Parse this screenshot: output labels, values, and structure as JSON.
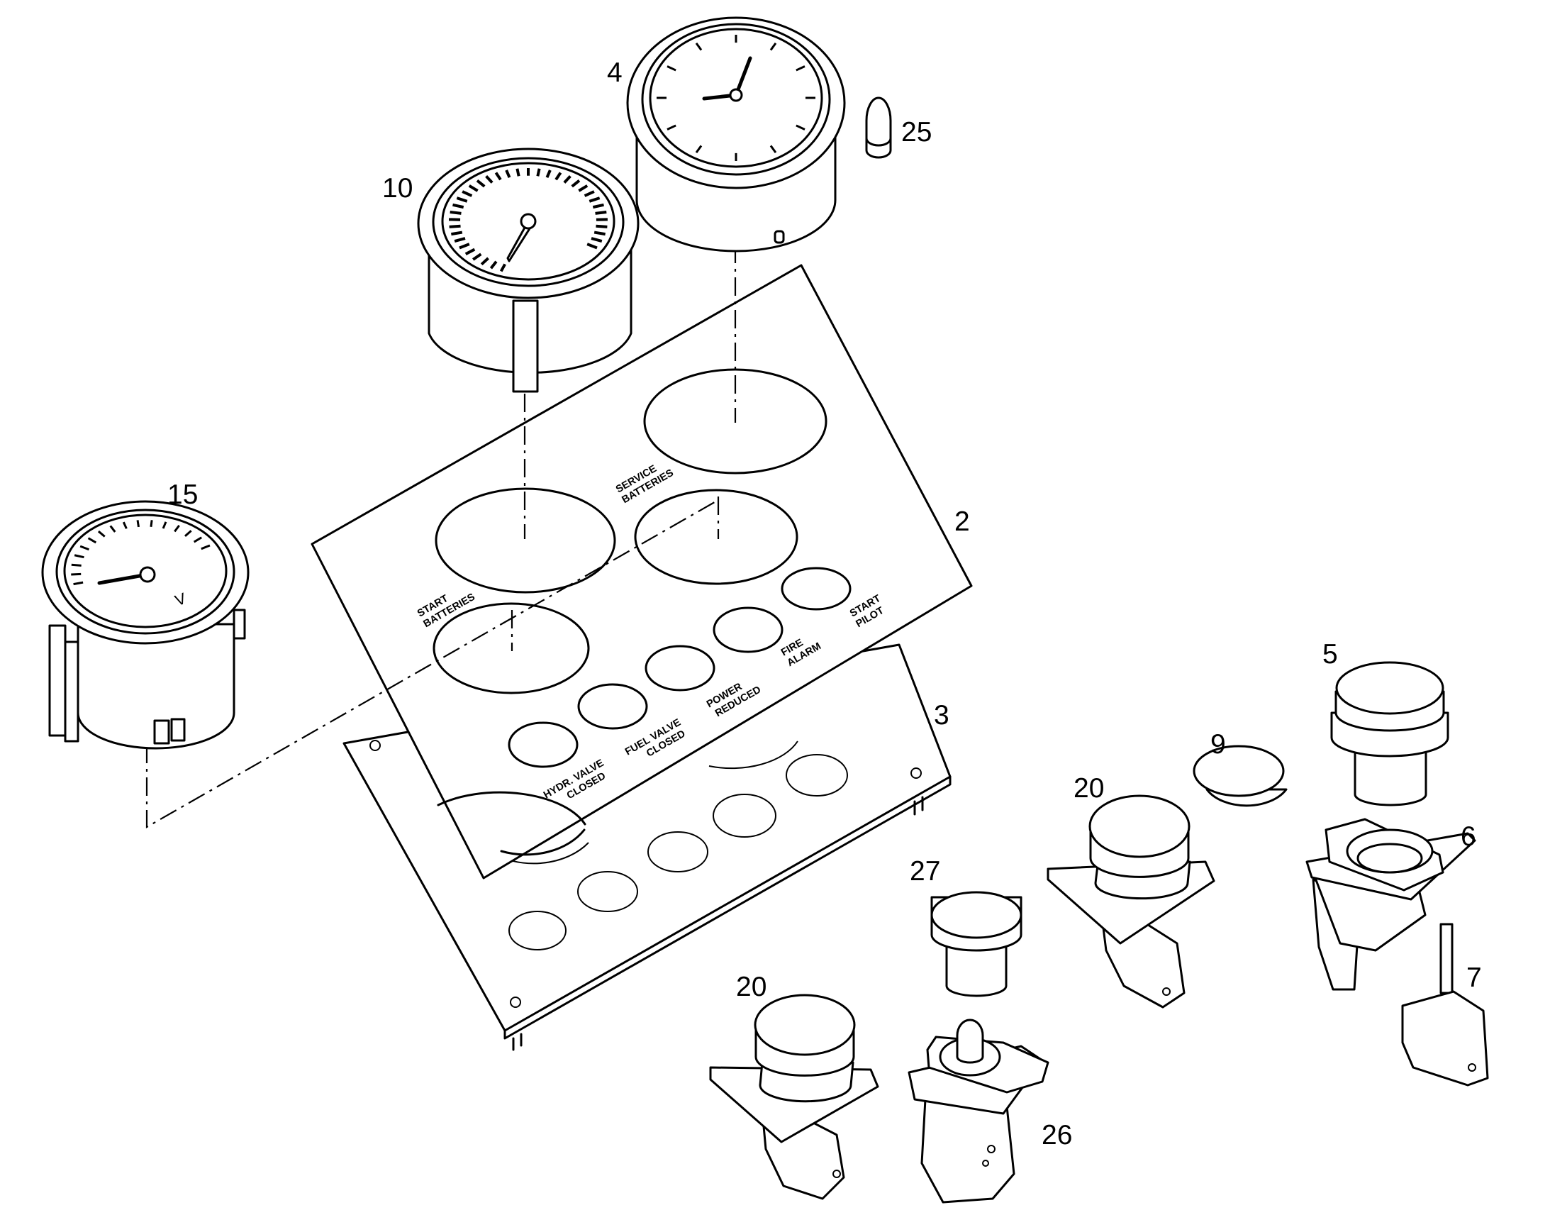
{
  "callouts": {
    "c4": "4",
    "c25": "25",
    "c10": "10",
    "c15": "15",
    "c2": "2",
    "c3": "3",
    "c5": "5",
    "c9": "9",
    "c20a": "20",
    "c6": "6",
    "c27": "27",
    "c20b": "20",
    "c7": "7",
    "c26": "26"
  },
  "panel_labels": {
    "start_batteries": [
      "START",
      "BATTERIES"
    ],
    "service_batteries": [
      "SERVICE",
      "BATTERIES"
    ],
    "hydr_valve_closed": [
      "HYDR. VALVE",
      "CLOSED"
    ],
    "fuel_valve_closed": [
      "FUEL VALVE",
      "CLOSED"
    ],
    "power_reduced": [
      "POWER",
      "REDUCED"
    ],
    "fire_alarm": [
      "FIRE",
      "ALARM"
    ],
    "start_pilot": [
      "START",
      "PILOT"
    ]
  },
  "voltmeter_unit": "V"
}
